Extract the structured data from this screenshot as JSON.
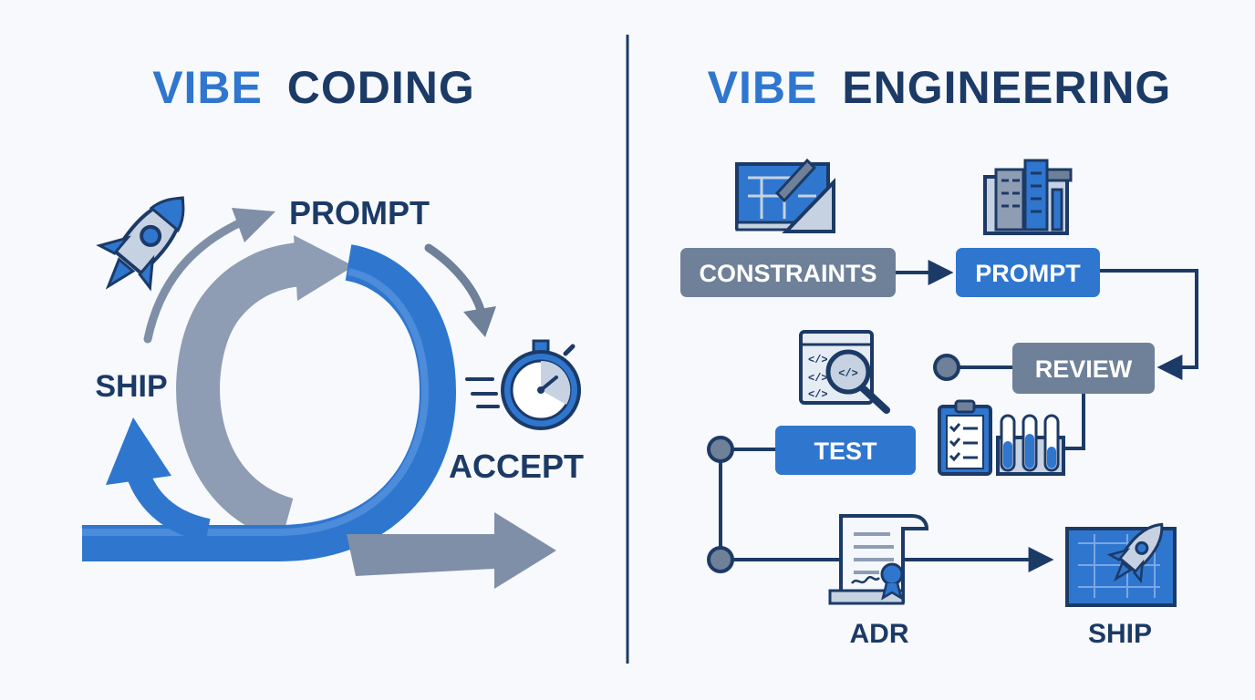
{
  "left": {
    "title_accent": "VIBE",
    "title_main": "CODING",
    "labels": {
      "prompt": "PROMPT",
      "ship": "SHIP",
      "accept": "ACCEPT"
    }
  },
  "right": {
    "title_accent": "VIBE",
    "title_main": "ENGINEERING",
    "steps": {
      "constraints": "CONSTRAINTS",
      "prompt": "PROMPT",
      "review": "REVIEW",
      "test": "TEST",
      "adr": "ADR",
      "ship": "SHIP"
    }
  },
  "colors": {
    "accent_blue": "#2f76cf",
    "navy": "#1c3a66",
    "slate": "#6f8099",
    "light_slate": "#8e9db3",
    "background": "#f7f9fc"
  },
  "icons": [
    "rocket-icon",
    "stopwatch-icon",
    "blueprint-icon",
    "building-tools-icon",
    "code-search-icon",
    "clipboard-checklist-icon",
    "test-tubes-icon",
    "certificate-icon",
    "blueprint-rocket-icon"
  ]
}
